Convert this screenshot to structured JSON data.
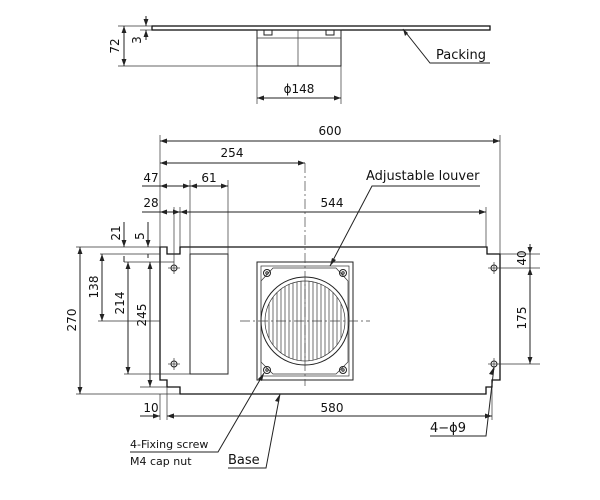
{
  "labels": {
    "packing": "Packing",
    "adjustable_louver": "Adjustable louver",
    "fixing_screw": "4-Fixing screw",
    "cap_nut": "M4 cap nut",
    "base": "Base",
    "holes": "4−ϕ9"
  },
  "dims": {
    "side_height": "72",
    "packing_thickness": "3",
    "duct_dia": "ϕ148",
    "total_width": "600",
    "to_louver_center": "254",
    "left_47": "47",
    "left_61": "61",
    "left_28": "28",
    "hole_pitch_top": "544",
    "top_21": "21",
    "top_5": "5",
    "height_138": "138",
    "height_214": "214",
    "height_245": "245",
    "total_height": "270",
    "right_40": "40",
    "right_175": "175",
    "bottom_10": "10",
    "base_580": "580"
  }
}
